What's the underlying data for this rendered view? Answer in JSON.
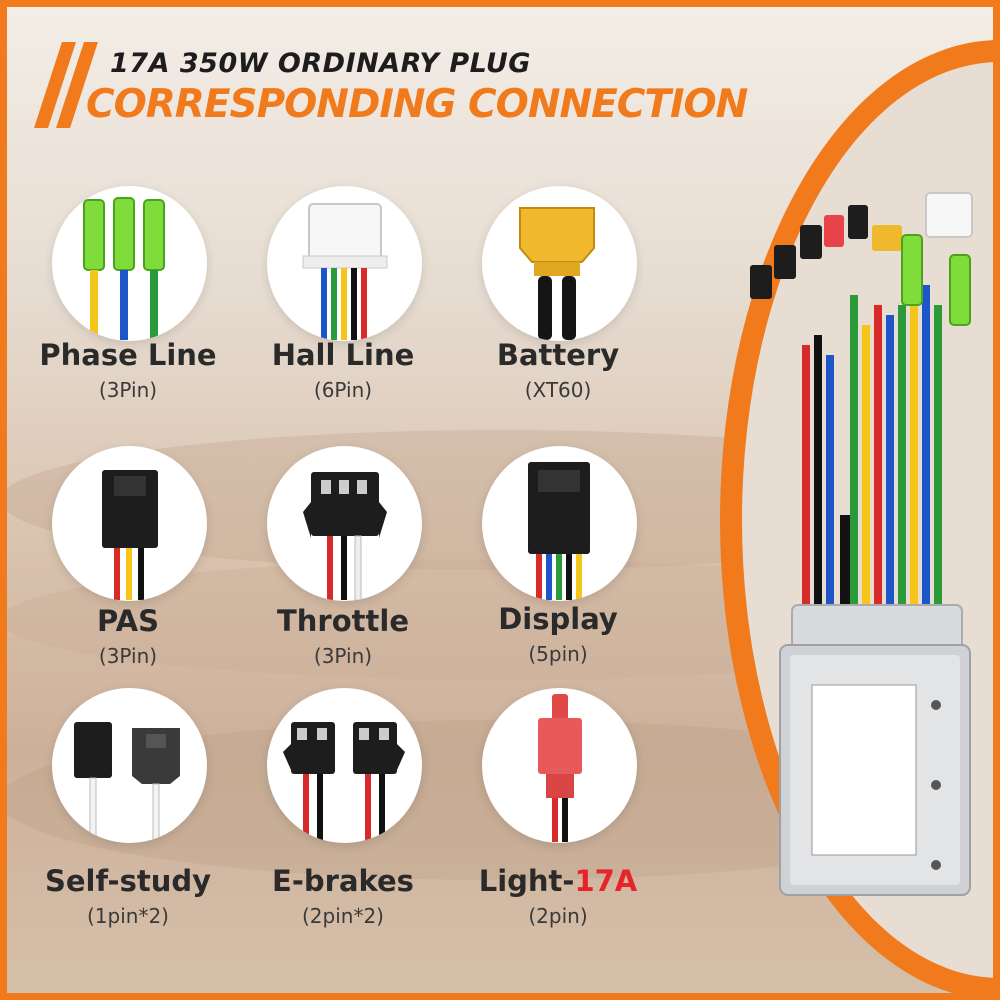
{
  "header": {
    "line1": "17A 350W ORDINARY PLUG",
    "line2": "CORRESPONDING CONNECTION"
  },
  "connectors": [
    {
      "name": "Phase Line",
      "spec": "(3Pin)"
    },
    {
      "name": "Hall Line",
      "spec": "(6Pin)"
    },
    {
      "name": "Battery",
      "spec": "(XT60)"
    },
    {
      "name": "PAS",
      "spec": "(3Pin)"
    },
    {
      "name": "Throttle",
      "spec": "(3Pin)"
    },
    {
      "name": "Display",
      "spec": "(5pin)"
    },
    {
      "name": "Self-study",
      "spec": "(1pin*2)"
    },
    {
      "name": "E-brakes",
      "spec": "(2pin*2)"
    },
    {
      "name": "Light-",
      "accent": "17A",
      "spec": "(2pin)"
    }
  ],
  "colors": {
    "accent": "#f07a1c",
    "highlight": "#e8242a",
    "text": "#2a2a2a"
  }
}
